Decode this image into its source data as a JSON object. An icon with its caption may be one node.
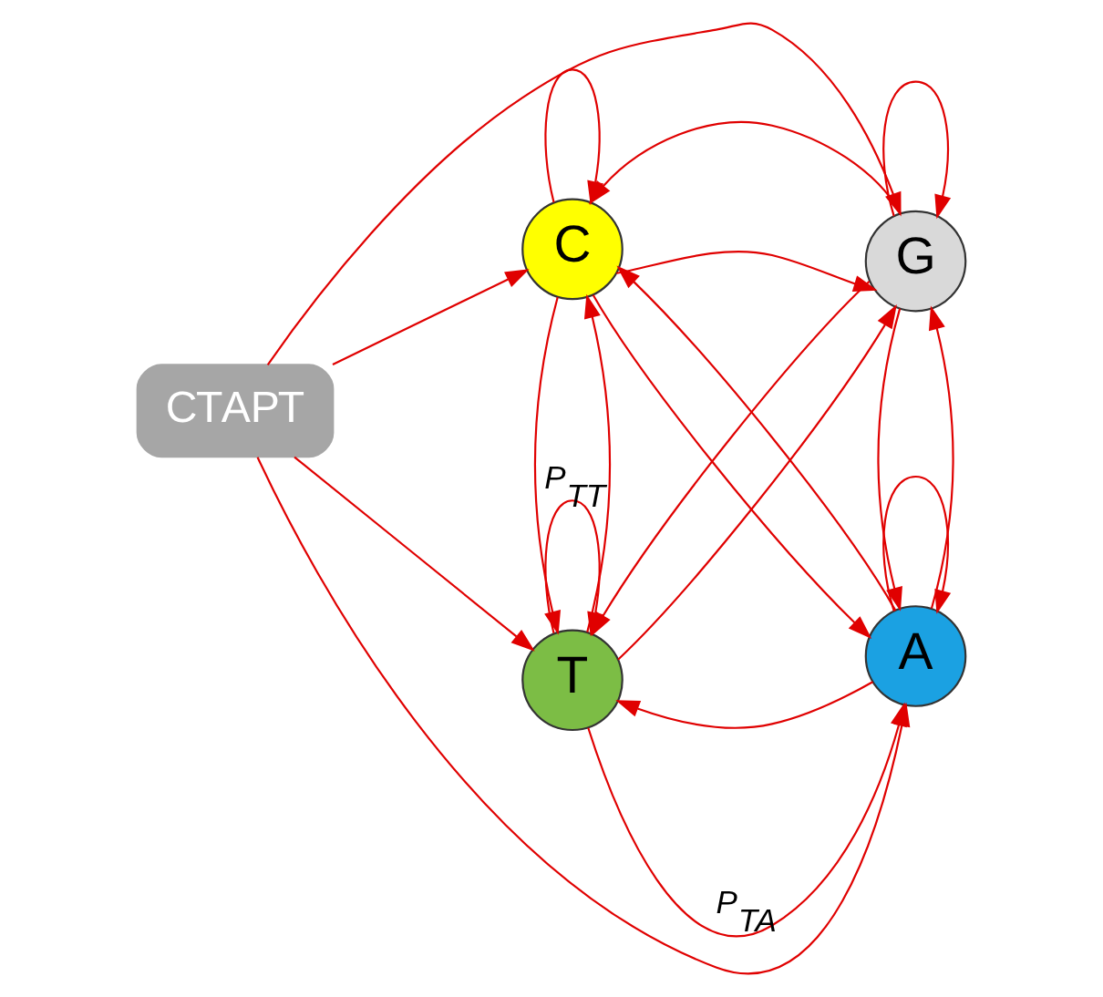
{
  "diagram": {
    "nodes": [
      {
        "text": [
          "СТАРТ"
        ]
      },
      {
        "text": [
          "T"
        ]
      },
      {
        "text": [
          "A"
        ]
      },
      {
        "text": [
          "C"
        ]
      },
      {
        "text": [
          "G"
        ]
      }
    ],
    "edges": [
      {
        "from": 0,
        "to": 1,
        "arrow": "to"
      },
      {
        "from": 0,
        "to": 3,
        "arrow": "to"
      },
      {
        "from": 0,
        "to": 2,
        "arrow": "to"
      },
      {
        "from": 0,
        "to": 4,
        "arrow": "to"
      },
      {
        "from": 1,
        "to": 1,
        "arrow": "to",
        "label": "P$_{TT}$"
      },
      {
        "from": 1,
        "to": 2,
        "arrow": "to",
        "label": "P$_{TA}$"
      },
      {
        "from": 2,
        "to": 1,
        "arrow": "to"
      },
      {
        "from": 2,
        "to": 2,
        "arrow": "to"
      },
      {
        "from": 1,
        "to": 3,
        "arrow": "to"
      },
      {
        "from": 3,
        "to": 1,
        "arrow": "to"
      },
      {
        "from": 1,
        "to": 4,
        "arrow": "to"
      },
      {
        "from": 4,
        "to": 1,
        "arrow": "to"
      },
      {
        "from": 2,
        "to": 3,
        "arrow": "to"
      },
      {
        "from": 3,
        "to": 2,
        "arrow": "to"
      },
      {
        "from": 2,
        "to": 4,
        "arrow": "to"
      },
      {
        "from": 4,
        "to": 2,
        "arrow": "to"
      },
      {
        "from": 3,
        "to": 3,
        "arrow": "to"
      },
      {
        "from": 3,
        "to": 4,
        "arrow": "to"
      },
      {
        "from": 4,
        "to": 3,
        "arrow": "to"
      },
      {
        "from": 4,
        "to": 4,
        "arrow": "to"
      }
    ]
  }
}
